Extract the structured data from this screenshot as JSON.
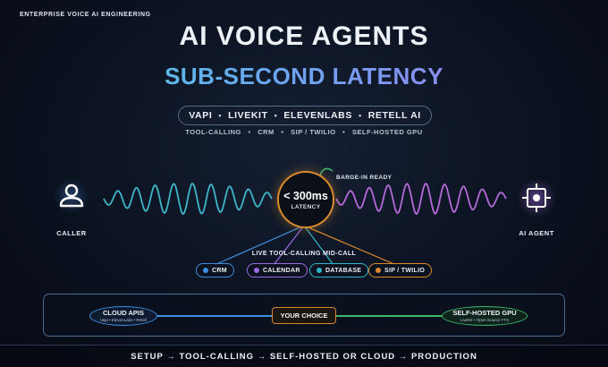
{
  "header": {
    "tag": "ENTERPRISE VOICE AI ENGINEERING",
    "title": "AI VOICE AGENTS",
    "subtitle": "SUB-SECOND LATENCY"
  },
  "platforms": {
    "items": [
      "VAPI",
      "LIVEKIT",
      "ELEVENLABS",
      "RETELL AI"
    ],
    "separator": "•"
  },
  "features": {
    "items": [
      "TOOL-CALLING",
      "CRM",
      "SIP / TWILIO",
      "SELF-HOSTED GPU"
    ],
    "separator": "•"
  },
  "flow": {
    "caller_label": "CALLER",
    "agent_label": "AI AGENT",
    "latency_value": "< 300ms",
    "latency_label": "LATENCY",
    "barge_in": "BARGE-IN READY",
    "live_tools_heading": "LIVE TOOL-CALLING MID-CALL",
    "tools": [
      {
        "label": "CRM",
        "color": "#3f8fe0"
      },
      {
        "label": "CALENDAR",
        "color": "#9a6ae0"
      },
      {
        "label": "DATABASE",
        "color": "#2fb5c8"
      },
      {
        "label": "SIP / TWILIO",
        "color": "#e08a2b"
      }
    ],
    "wave_left_color": "#3fb5c8",
    "wave_right_color": "#b46ad8"
  },
  "deployment": {
    "cloud_title": "CLOUD APIS",
    "cloud_sub": "Vapi • ElevenLabs • Retell",
    "choice": "YOUR CHOICE",
    "self_title": "SELF-HOSTED GPU",
    "self_sub": "LiveKit • Open-Source TTS"
  },
  "footer": {
    "text": "SETUP → TOOL-CALLING → SELF-HOSTED OR CLOUD → PRODUCTION"
  }
}
